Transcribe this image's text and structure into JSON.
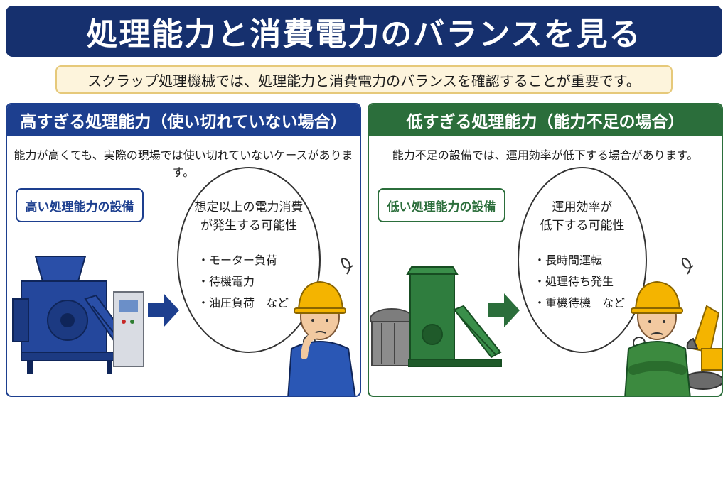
{
  "title": "処理能力と消費電力のバランスを見る",
  "intro": "スクラップ処理機械では、処理能力と消費電力のバランスを確認することが重要です。",
  "panels": [
    {
      "heading": "高すぎる処理能力（使い切れていない場合）",
      "description": "能力が高くても、実際の現場では使い切れていないケースがあります。",
      "callout": "高い処理能力の設備",
      "bubble_title": [
        "想定以上の電力消費",
        "が発生する可能性"
      ],
      "bubble_items": [
        "モーター負荷",
        "待機電力",
        "油圧負荷　など"
      ],
      "color": "#1d3f8f"
    },
    {
      "heading": "低すぎる処理能力（能力不足の場合）",
      "description": "能力不足の設備では、運用効率が低下する場合があります。",
      "callout": "低い処理能力の設備",
      "bubble_title": [
        "運用効率が",
        "低下する可能性"
      ],
      "bubble_items": [
        "長時間運転",
        "処理待ち発生",
        "重機待機　など"
      ],
      "color": "#2b6e3b"
    }
  ],
  "colors": {
    "title_bg": "#16306e",
    "intro_bg": "#fdf4dc",
    "blue": "#1d3f8f",
    "green": "#2b6e3b",
    "helmet": "#f4b400"
  }
}
